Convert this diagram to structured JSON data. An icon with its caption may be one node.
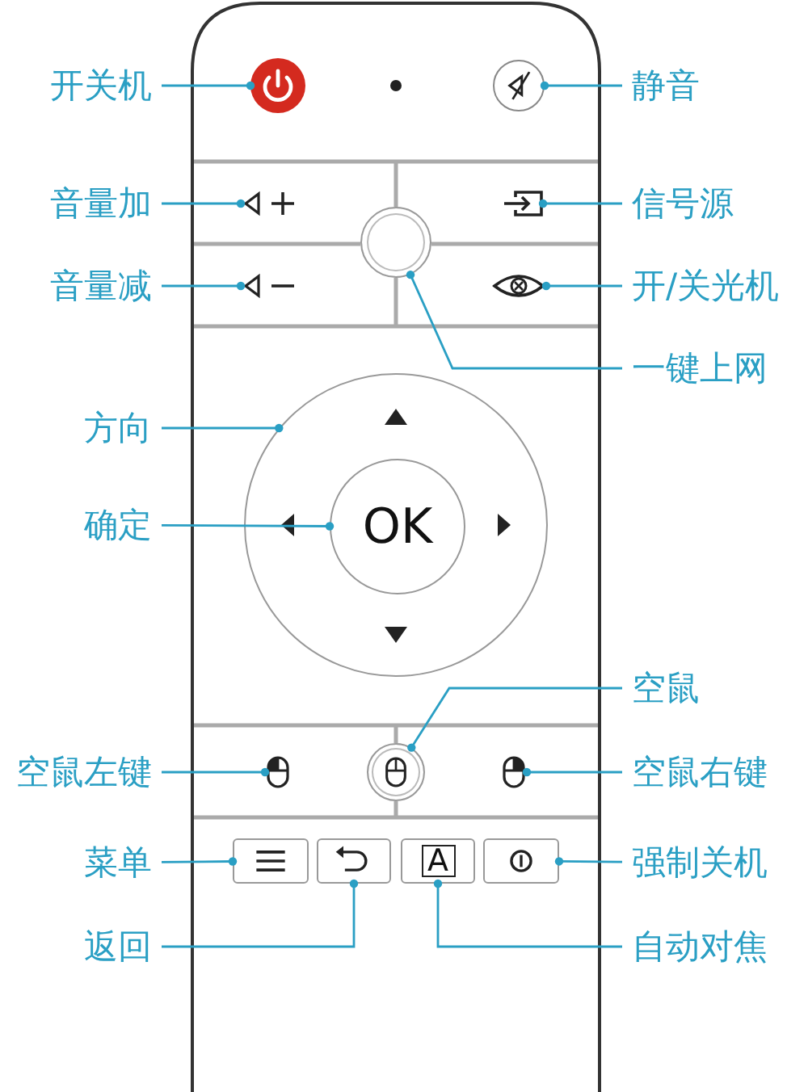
{
  "diagram": {
    "nodes": [
      {
        "text": [
          "开关机"
        ]
      },
      {
        "text": [
          "静音"
        ]
      },
      {
        "text": [
          "音量加"
        ]
      },
      {
        "text": [
          "信号源"
        ]
      },
      {
        "text": [
          "音量减"
        ]
      },
      {
        "text": [
          "开/关光机"
        ]
      },
      {
        "text": [
          "一键上网"
        ]
      },
      {
        "text": [
          "方向"
        ]
      },
      {
        "text": [
          "确定"
        ]
      },
      {
        "text": [
          "空鼠"
        ]
      },
      {
        "text": [
          "空鼠左键"
        ]
      },
      {
        "text": [
          "空鼠右键"
        ]
      },
      {
        "text": [
          "菜单"
        ]
      },
      {
        "text": [
          "强制关机"
        ]
      },
      {
        "text": [
          "返回"
        ]
      },
      {
        "text": [
          "自动对焦"
        ]
      },
      {
        "text": [],
        "shape": "circle"
      },
      {
        "text": [],
        "shape": "circle"
      },
      {
        "text": [],
        "shape": "box"
      },
      {
        "text": [],
        "shape": "box"
      },
      {
        "text": [],
        "shape": "box"
      },
      {
        "text": [],
        "shape": "box"
      },
      {
        "text": [],
        "shape": "circle"
      },
      {
        "text": [],
        "shape": "circle"
      },
      {
        "text": [
          "OK"
        ],
        "in": 23
      },
      {
        "text": [],
        "shape": "circle"
      },
      {
        "text": [],
        "shape": "box"
      },
      {
        "text": [],
        "shape": "box"
      },
      {
        "text": [],
        "shape": "box"
      },
      {
        "text": [],
        "shape": "box"
      },
      {
        "text": [
          "A"
        ]
      },
      {
        "text": [],
        "shape": "box"
      }
    ],
    "edges": [
      {
        "from": 0,
        "to": 16,
        "arrow": "other"
      },
      {
        "from": 1,
        "to": 17,
        "arrow": "other"
      },
      {
        "from": 2,
        "to": 18,
        "arrow": "other"
      },
      {
        "from": 3,
        "to": 19,
        "arrow": "other"
      },
      {
        "from": 4,
        "to": 20,
        "arrow": "other"
      },
      {
        "from": 5,
        "to": 21,
        "arrow": "other"
      },
      {
        "from": 6,
        "to": 22,
        "arrow": "other"
      },
      {
        "from": 7,
        "to": 23,
        "arrow": "other"
      },
      {
        "from": 8,
        "to": 24,
        "arrow": "other"
      },
      {
        "from": 9,
        "to": 25,
        "arrow": "other"
      },
      {
        "from": 10,
        "to": 26,
        "arrow": "other"
      },
      {
        "from": 11,
        "to": 27,
        "arrow": "other"
      },
      {
        "from": 12,
        "to": 28,
        "arrow": "other"
      },
      {
        "from": 13,
        "to": 31,
        "arrow": "other"
      },
      {
        "from": 14,
        "to": 29,
        "arrow": "other"
      },
      {
        "from": 15,
        "to": 30,
        "arrow": "other"
      }
    ]
  }
}
